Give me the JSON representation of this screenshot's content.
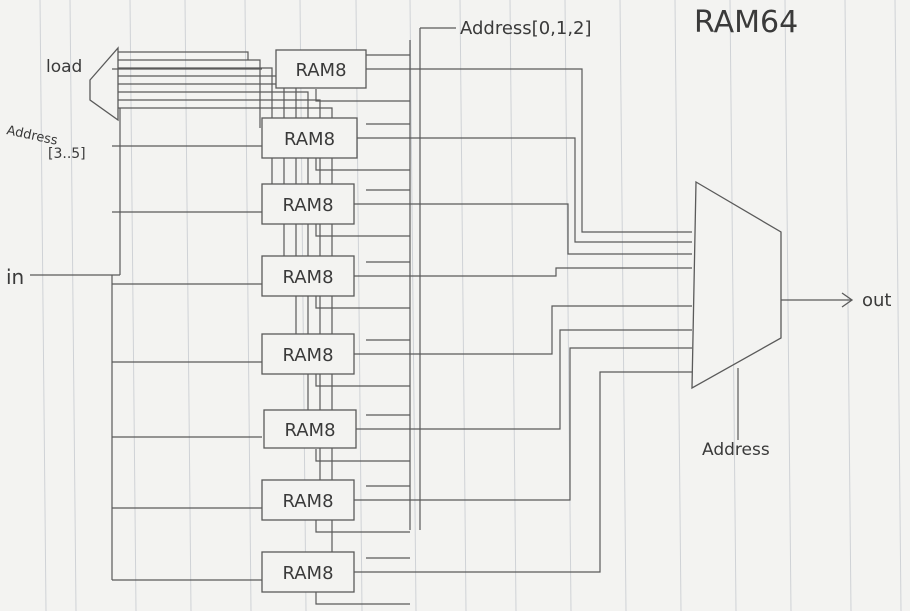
{
  "title": "RAM64",
  "labels": {
    "load": "load",
    "address_in": "Address",
    "address_in_range": "[3..5]",
    "in": "in",
    "address_top": "Address[0,1,2]",
    "address_bottom": "Address",
    "out": "out"
  },
  "chips": [
    "RAM8",
    "RAM8",
    "RAM8",
    "RAM8",
    "RAM8",
    "RAM8",
    "RAM8",
    "RAM8"
  ],
  "colors": {
    "ink": "#5a5a5a",
    "paper": "#f3f3f1",
    "rule": "#cfd2d6"
  }
}
